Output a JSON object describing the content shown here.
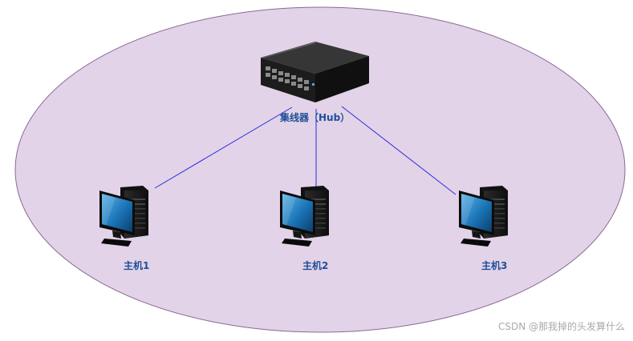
{
  "hub": {
    "label": "集线器（Hub）"
  },
  "hosts": [
    {
      "label": "主机1"
    },
    {
      "label": "主机2"
    },
    {
      "label": "主机3"
    }
  ],
  "watermark": "CSDN @那我掉的头发算什么",
  "colors": {
    "network_fill": "#e2d3e8",
    "network_border": "#8a6a95",
    "link_line": "#2b2bdc",
    "label_text": "#1f4e99",
    "watermark_text": "#a9a9a9"
  }
}
